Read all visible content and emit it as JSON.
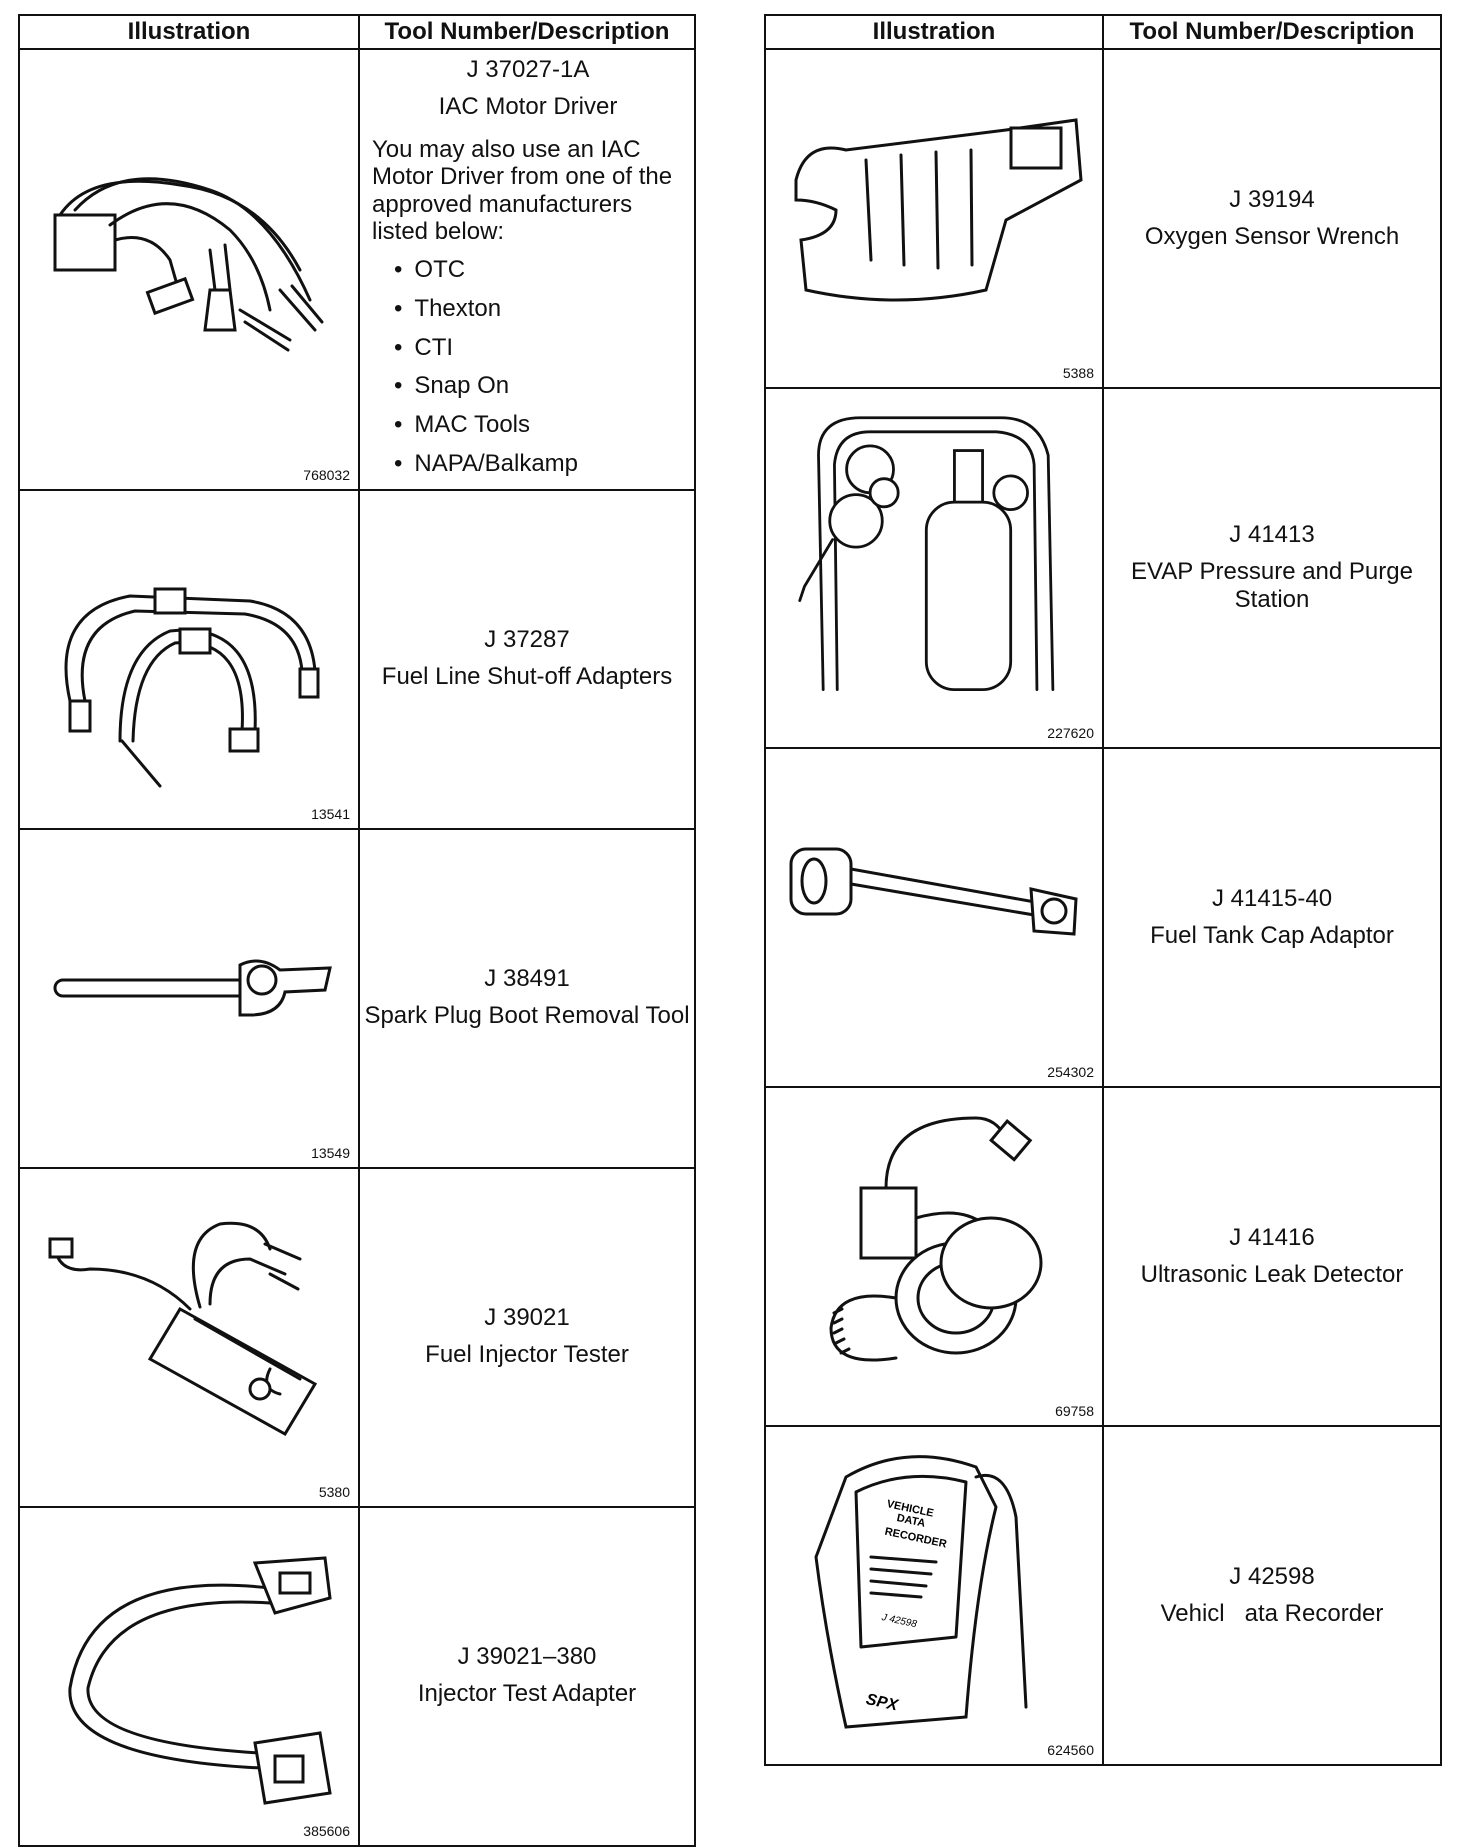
{
  "headers": {
    "illustration": "Illustration",
    "tool": "Tool Number/Description"
  },
  "left": [
    {
      "fig": "768032",
      "number": "J 37027-1A",
      "name": "IAC Motor Driver",
      "note": "You may also use an IAC Motor Driver from one of the approved manufacturers listed below:",
      "manufacturers": [
        "OTC",
        "Thexton",
        "CTI",
        "Snap On",
        "MAC Tools",
        "NAPA/Balkamp"
      ],
      "icon": "iac-motor-driver-icon"
    },
    {
      "fig": "13541",
      "number": "J 37287",
      "name": "Fuel Line Shut-off Adapters",
      "icon": "fuel-line-adapters-icon"
    },
    {
      "fig": "13549",
      "number": "J 38491",
      "name": "Spark Plug Boot Removal Tool",
      "icon": "spark-plug-boot-tool-icon"
    },
    {
      "fig": "5380",
      "number": "J 39021",
      "name": "Fuel Injector Tester",
      "icon": "fuel-injector-tester-icon"
    },
    {
      "fig": "385606",
      "number": "J 39021–380",
      "name": "Injector Test Adapter",
      "icon": "injector-test-adapter-icon"
    }
  ],
  "right": [
    {
      "fig": "5388",
      "number": "J 39194",
      "name": "Oxygen Sensor Wrench",
      "icon": "oxygen-sensor-wrench-icon"
    },
    {
      "fig": "227620",
      "number": "J 41413",
      "name": "EVAP Pressure and Purge Station",
      "icon": "evap-station-icon"
    },
    {
      "fig": "254302",
      "number": "J 41415-40",
      "name": "Fuel Tank Cap Adaptor",
      "icon": "fuel-tank-cap-adaptor-icon"
    },
    {
      "fig": "69758",
      "number": "J 41416",
      "name": "Ultrasonic Leak Detector",
      "icon": "ultrasonic-leak-detector-icon"
    },
    {
      "fig": "624560",
      "number": "J 42598",
      "name": "Vehicl   ata Recorder",
      "icon": "vehicle-data-recorder-icon",
      "device_text": [
        "VEHICLE",
        "DATA",
        "RECORDER",
        "J 42598",
        "SPX"
      ]
    }
  ]
}
